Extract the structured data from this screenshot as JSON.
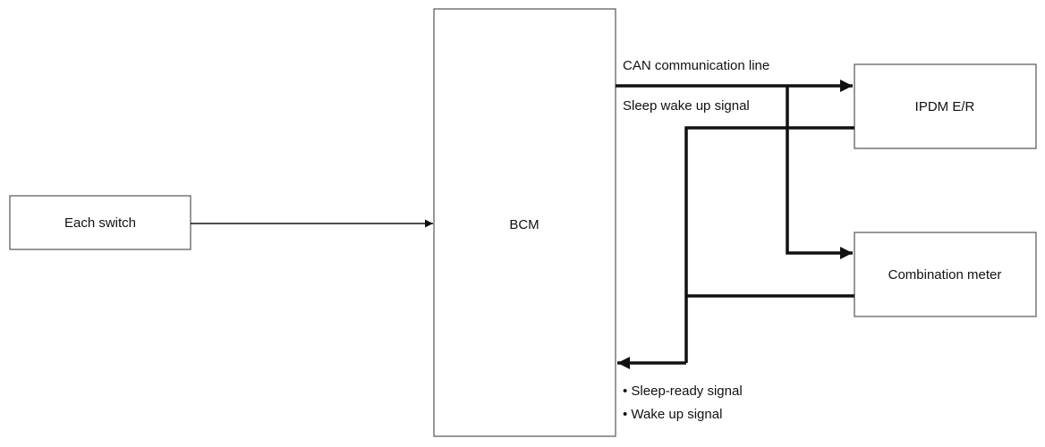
{
  "diagram": {
    "blocks": {
      "each_switch": "Each switch",
      "bcm": "BCM",
      "ipdm": "IPDM E/R",
      "combination_meter": "Combination meter"
    },
    "signals": {
      "can_line": "CAN communication line",
      "sleep_wake": "Sleep wake up signal",
      "sleep_ready": "• Sleep-ready signal",
      "wake_up": "• Wake up signal"
    },
    "colors": {
      "line": "#111111",
      "box_border": "#555555",
      "background": "#ffffff"
    }
  }
}
